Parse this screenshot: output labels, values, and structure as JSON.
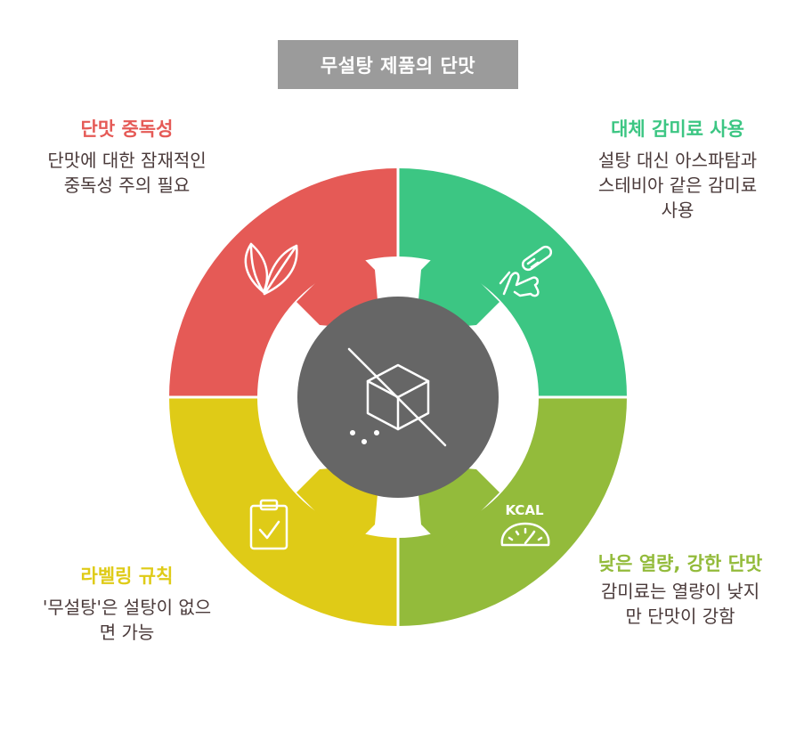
{
  "title": "무설탕 제품의 단맛",
  "quadrants": [
    {
      "id": "tl",
      "heading": "단맛 중독성",
      "desc": "단맛에 대한 잠재적인 중독성 주의 필요",
      "color": "#e55a56",
      "icon": "leaf-icon"
    },
    {
      "id": "tr",
      "heading": "대체 감미료 사용",
      "desc": "설탕 대신 아스파탐과 스테비아 같은 감미료 사용",
      "color": "#3cc683",
      "icon": "thermometer-hand-icon"
    },
    {
      "id": "br",
      "heading": "낮은 열량, 강한 단맛",
      "desc": "감미료는 열량이 낮지만 단맛이 강함",
      "color": "#93bb3b",
      "icon": "calorie-scale-icon",
      "icon_text": "KCAL"
    },
    {
      "id": "bl",
      "heading": "라벨링 규칙",
      "desc": "'무설탕'은 설탕이 없으면 가능",
      "color": "#dfcb17",
      "icon": "clipboard-check-icon"
    }
  ],
  "center": {
    "icon": "no-sugar-cube-icon",
    "color": "#666666"
  }
}
